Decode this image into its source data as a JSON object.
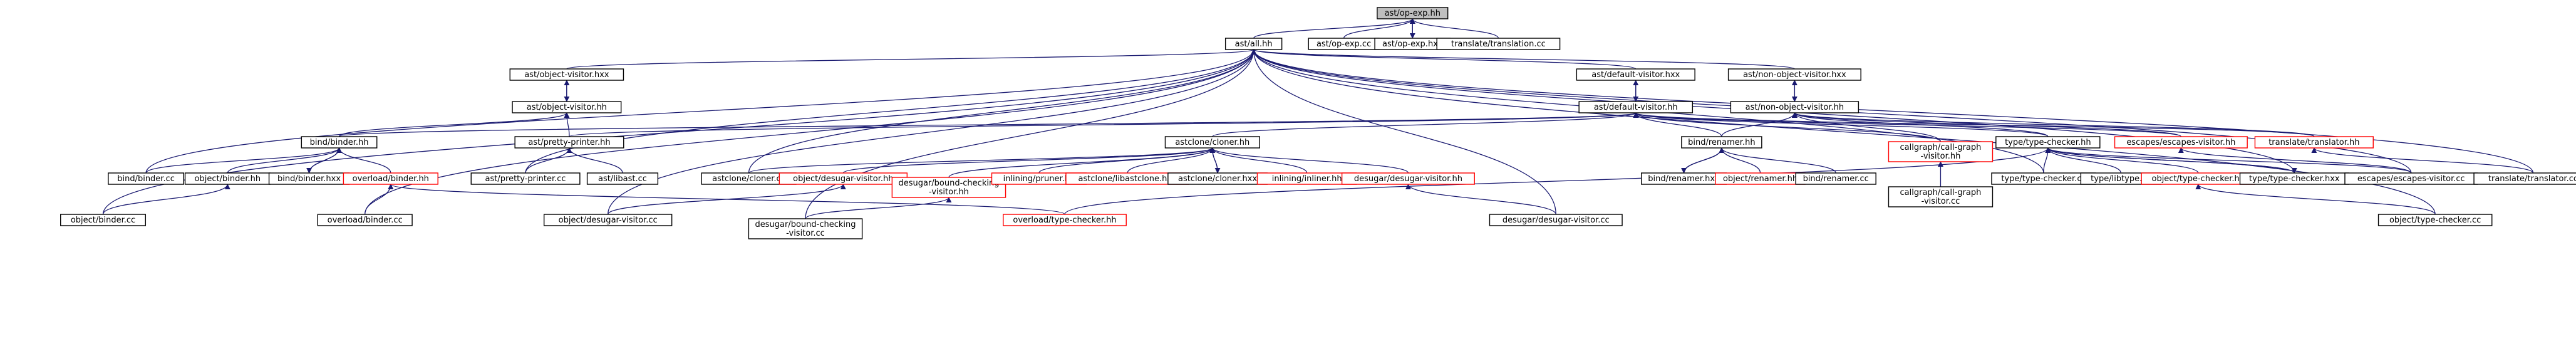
{
  "graph": {
    "colors": {
      "edge": "#191970",
      "node_border_ok": "#000000",
      "node_border_missing": "#ff0000",
      "focus_fill": "#bfbfbf",
      "node_fill": "#ffffff"
    },
    "nodes": [
      {
        "id": "n_opexp_hh",
        "lines": [
          "ast/op-exp.hh"
        ],
        "focus": true
      },
      {
        "id": "n_all_hh",
        "lines": [
          "ast/all.hh"
        ]
      },
      {
        "id": "n_opexp_cc",
        "lines": [
          "ast/op-exp.cc"
        ]
      },
      {
        "id": "n_opexp_hxx",
        "lines": [
          "ast/op-exp.hxx"
        ]
      },
      {
        "id": "n_translation_cc",
        "lines": [
          "translate/translation.cc"
        ]
      },
      {
        "id": "n_objvis_hxx",
        "lines": [
          "ast/object-visitor.hxx"
        ]
      },
      {
        "id": "n_defvis_hxx",
        "lines": [
          "ast/default-visitor.hxx"
        ]
      },
      {
        "id": "n_nonobjvis_hxx",
        "lines": [
          "ast/non-object-visitor.hxx"
        ]
      },
      {
        "id": "n_objvis_hh",
        "lines": [
          "ast/object-visitor.hh"
        ]
      },
      {
        "id": "n_defvis_hh",
        "lines": [
          "ast/default-visitor.hh"
        ]
      },
      {
        "id": "n_nonobjvis_hh",
        "lines": [
          "ast/non-object-visitor.hh"
        ]
      },
      {
        "id": "n_binder_hh",
        "lines": [
          "bind/binder.hh"
        ]
      },
      {
        "id": "n_prettyprinter_hh",
        "lines": [
          "ast/pretty-printer.hh"
        ]
      },
      {
        "id": "n_cloner_hh",
        "lines": [
          "astclone/cloner.hh"
        ]
      },
      {
        "id": "n_renamer_hh",
        "lines": [
          "bind/renamer.hh"
        ]
      },
      {
        "id": "n_callgraph_hh",
        "lines": [
          "callgraph/call-graph",
          "-visitor.hh"
        ],
        "missing": true
      },
      {
        "id": "n_typechecker_hh",
        "lines": [
          "type/type-checker.hh"
        ]
      },
      {
        "id": "n_escapes_hh",
        "lines": [
          "escapes/escapes-visitor.hh"
        ],
        "missing": true
      },
      {
        "id": "n_translator_hh",
        "lines": [
          "translate/translator.hh"
        ],
        "missing": true
      },
      {
        "id": "n_binder_cc",
        "lines": [
          "bind/binder.cc"
        ]
      },
      {
        "id": "n_objbinder_hh",
        "lines": [
          "object/binder.hh"
        ]
      },
      {
        "id": "n_binder_hxx",
        "lines": [
          "bind/binder.hxx"
        ]
      },
      {
        "id": "n_overload_binder_hh",
        "lines": [
          "overload/binder.hh"
        ],
        "missing": true
      },
      {
        "id": "n_prettyprinter_cc",
        "lines": [
          "ast/pretty-printer.cc"
        ]
      },
      {
        "id": "n_libast_cc",
        "lines": [
          "ast/libast.cc"
        ]
      },
      {
        "id": "n_cloner_cc",
        "lines": [
          "astclone/cloner.cc"
        ]
      },
      {
        "id": "n_objdesugar_hh",
        "lines": [
          "object/desugar-visitor.hh"
        ],
        "missing": true
      },
      {
        "id": "n_boundcheck_hh",
        "lines": [
          "desugar/bound-checking",
          "-visitor.hh"
        ],
        "missing": true
      },
      {
        "id": "n_pruner_hh",
        "lines": [
          "inlining/pruner.hh"
        ],
        "missing": true
      },
      {
        "id": "n_libastclone_cc",
        "lines": [
          "astclone/libastclone.hxx"
        ],
        "missing": true
      },
      {
        "id": "n_cloner_hxx",
        "lines": [
          "astclone/cloner.hxx"
        ]
      },
      {
        "id": "n_inliner_hh",
        "lines": [
          "inlining/inliner.hh"
        ],
        "missing": true
      },
      {
        "id": "n_desugar_hh",
        "lines": [
          "desugar/desugar-visitor.hh"
        ],
        "missing": true
      },
      {
        "id": "n_renamer_hxx",
        "lines": [
          "bind/renamer.hxx"
        ]
      },
      {
        "id": "n_objrenamer_hh",
        "lines": [
          "object/renamer.hh"
        ],
        "missing": true
      },
      {
        "id": "n_renamer_cc",
        "lines": [
          "bind/renamer.cc"
        ]
      },
      {
        "id": "n_callgraph_cc",
        "lines": [
          "callgraph/call-graph",
          "-visitor.cc"
        ]
      },
      {
        "id": "n_typechecker_cc",
        "lines": [
          "type/type-checker.cc"
        ]
      },
      {
        "id": "n_libtype_cc",
        "lines": [
          "type/libtype.cc"
        ]
      },
      {
        "id": "n_objtypechecker_hh",
        "lines": [
          "object/type-checker.hh"
        ],
        "missing": true
      },
      {
        "id": "n_typechecker_hxx",
        "lines": [
          "type/type-checker.hxx"
        ]
      },
      {
        "id": "n_escapes_cc",
        "lines": [
          "escapes/escapes-visitor.cc"
        ]
      },
      {
        "id": "n_translator_cc",
        "lines": [
          "translate/translator.cc"
        ]
      },
      {
        "id": "n_objbinder_cc",
        "lines": [
          "object/binder.cc"
        ]
      },
      {
        "id": "n_overload_binder_cc",
        "lines": [
          "overload/binder.cc"
        ]
      },
      {
        "id": "n_objdesugar_cc",
        "lines": [
          "object/desugar-visitor.cc"
        ]
      },
      {
        "id": "n_boundcheck_cc",
        "lines": [
          "desugar/bound-checking",
          "-visitor.cc"
        ]
      },
      {
        "id": "n_overload_tc_hh",
        "lines": [
          "overload/type-checker.hh"
        ],
        "missing": true
      },
      {
        "id": "n_desugar_cc",
        "lines": [
          "desugar/desugar-visitor.cc"
        ]
      },
      {
        "id": "n_objtypechecker_cc",
        "lines": [
          "object/type-checker.cc"
        ]
      }
    ],
    "edges": [
      [
        "n_opexp_hh",
        "n_all_hh"
      ],
      [
        "n_opexp_hh",
        "n_opexp_cc"
      ],
      [
        "n_opexp_hh",
        "n_opexp_hxx"
      ],
      [
        "n_opexp_hh",
        "n_translation_cc"
      ],
      [
        "n_opexp_hxx",
        "n_opexp_hh"
      ],
      [
        "n_all_hh",
        "n_objvis_hxx"
      ],
      [
        "n_all_hh",
        "n_defvis_hxx"
      ],
      [
        "n_all_hh",
        "n_nonobjvis_hxx"
      ],
      [
        "n_all_hh",
        "n_binder_cc"
      ],
      [
        "n_all_hh",
        "n_objbinder_cc"
      ],
      [
        "n_all_hh",
        "n_overload_binder_cc"
      ],
      [
        "n_all_hh",
        "n_objdesugar_cc"
      ],
      [
        "n_all_hh",
        "n_prettyprinter_cc"
      ],
      [
        "n_all_hh",
        "n_cloner_cc"
      ],
      [
        "n_all_hh",
        "n_boundcheck_cc"
      ],
      [
        "n_all_hh",
        "n_desugar_cc"
      ],
      [
        "n_all_hh",
        "n_typechecker_cc"
      ],
      [
        "n_all_hh",
        "n_typechecker_hxx"
      ],
      [
        "n_all_hh",
        "n_escapes_cc"
      ],
      [
        "n_all_hh",
        "n_translator_cc"
      ],
      [
        "n_all_hh",
        "n_objtypechecker_cc"
      ],
      [
        "n_objvis_hxx",
        "n_objvis_hh"
      ],
      [
        "n_objvis_hh",
        "n_objvis_hxx"
      ],
      [
        "n_defvis_hxx",
        "n_defvis_hh"
      ],
      [
        "n_defvis_hh",
        "n_defvis_hxx"
      ],
      [
        "n_nonobjvis_hxx",
        "n_nonobjvis_hh"
      ],
      [
        "n_nonobjvis_hh",
        "n_nonobjvis_hxx"
      ],
      [
        "n_objvis_hh",
        "n_binder_hh"
      ],
      [
        "n_objvis_hh",
        "n_prettyprinter_hh"
      ],
      [
        "n_defvis_hh",
        "n_binder_hh"
      ],
      [
        "n_defvis_hh",
        "n_prettyprinter_hh"
      ],
      [
        "n_defvis_hh",
        "n_cloner_hh"
      ],
      [
        "n_defvis_hh",
        "n_renamer_hh"
      ],
      [
        "n_defvis_hh",
        "n_callgraph_hh"
      ],
      [
        "n_defvis_hh",
        "n_typechecker_hh"
      ],
      [
        "n_defvis_hh",
        "n_escapes_hh"
      ],
      [
        "n_defvis_hh",
        "n_translator_hh"
      ],
      [
        "n_nonobjvis_hh",
        "n_renamer_hh"
      ],
      [
        "n_nonobjvis_hh",
        "n_callgraph_hh"
      ],
      [
        "n_nonobjvis_hh",
        "n_typechecker_hh"
      ],
      [
        "n_nonobjvis_hh",
        "n_escapes_hh"
      ],
      [
        "n_nonobjvis_hh",
        "n_translator_hh"
      ],
      [
        "n_binder_hh",
        "n_binder_cc"
      ],
      [
        "n_binder_hh",
        "n_objbinder_hh"
      ],
      [
        "n_binder_hh",
        "n_binder_hxx"
      ],
      [
        "n_binder_hh",
        "n_overload_binder_hh"
      ],
      [
        "n_binder_hxx",
        "n_binder_hh"
      ],
      [
        "n_objbinder_hh",
        "n_objbinder_cc"
      ],
      [
        "n_overload_binder_hh",
        "n_overload_binder_cc"
      ],
      [
        "n_overload_binder_hh",
        "n_overload_tc_hh"
      ],
      [
        "n_prettyprinter_hh",
        "n_prettyprinter_cc"
      ],
      [
        "n_prettyprinter_hh",
        "n_libast_cc"
      ],
      [
        "n_cloner_hh",
        "n_cloner_cc"
      ],
      [
        "n_cloner_hh",
        "n_objdesugar_hh"
      ],
      [
        "n_cloner_hh",
        "n_boundcheck_hh"
      ],
      [
        "n_cloner_hh",
        "n_pruner_hh"
      ],
      [
        "n_cloner_hh",
        "n_libastclone_cc"
      ],
      [
        "n_cloner_hh",
        "n_cloner_hxx"
      ],
      [
        "n_cloner_hh",
        "n_inliner_hh"
      ],
      [
        "n_cloner_hh",
        "n_desugar_hh"
      ],
      [
        "n_cloner_hxx",
        "n_cloner_hh"
      ],
      [
        "n_objdesugar_hh",
        "n_objdesugar_cc"
      ],
      [
        "n_boundcheck_hh",
        "n_boundcheck_cc"
      ],
      [
        "n_desugar_hh",
        "n_desugar_cc"
      ],
      [
        "n_renamer_hh",
        "n_renamer_hxx"
      ],
      [
        "n_renamer_hh",
        "n_objrenamer_hh"
      ],
      [
        "n_renamer_hh",
        "n_renamer_cc"
      ],
      [
        "n_renamer_hxx",
        "n_renamer_hh"
      ],
      [
        "n_callgraph_hh",
        "n_callgraph_cc"
      ],
      [
        "n_typechecker_hh",
        "n_typechecker_cc"
      ],
      [
        "n_typechecker_hh",
        "n_libtype_cc"
      ],
      [
        "n_typechecker_hh",
        "n_objtypechecker_hh"
      ],
      [
        "n_typechecker_hh",
        "n_typechecker_hxx"
      ],
      [
        "n_typechecker_hh",
        "n_escapes_cc"
      ],
      [
        "n_typechecker_hh",
        "n_overload_tc_hh"
      ],
      [
        "n_typechecker_hxx",
        "n_typechecker_hh"
      ],
      [
        "n_objtypechecker_hh",
        "n_objtypechecker_cc"
      ],
      [
        "n_escapes_hh",
        "n_escapes_cc"
      ],
      [
        "n_translator_hh",
        "n_translator_cc"
      ]
    ]
  }
}
